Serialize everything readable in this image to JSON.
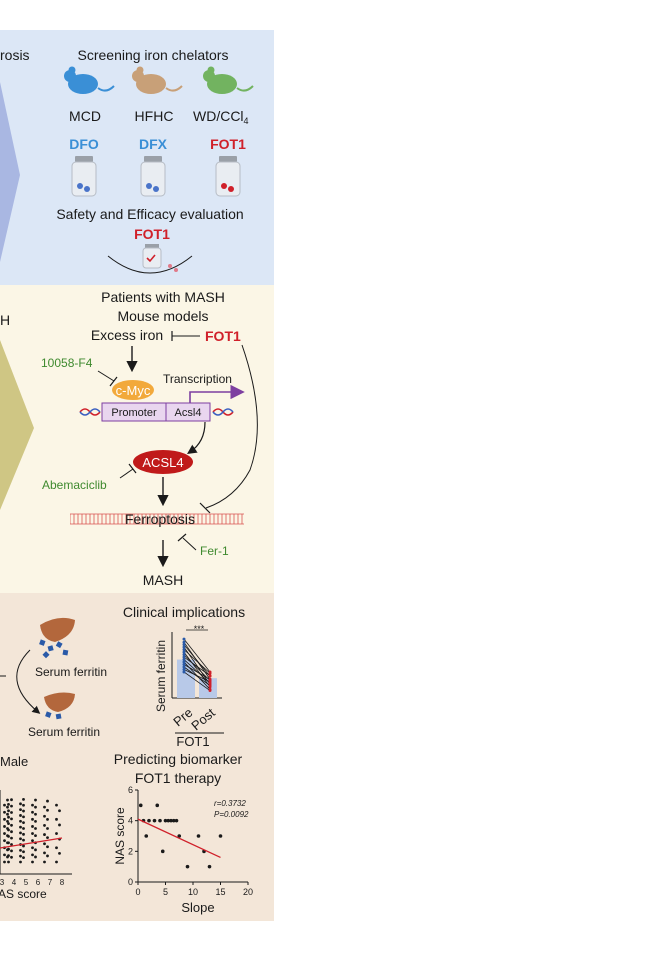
{
  "panel1": {
    "title_left_partial": "rosis",
    "title": "Screening iron chelators",
    "models": [
      "MCD",
      "HFHC",
      "WD/CCl"
    ],
    "model_subscript": "4",
    "drugs": [
      "DFO",
      "DFX",
      "FOT1"
    ],
    "safety_title": "Safety and Efficacy evaluation",
    "safety_drug": "FOT1"
  },
  "panel2": {
    "left_partial": "H",
    "line1": "Patients with MASH",
    "line2": "Mouse models",
    "excess_iron": "Excess iron",
    "fot1": "FOT1",
    "inhibitor_1": "10058-F4",
    "cmyc": "c-Myc",
    "transcription": "Transcription",
    "promoter": "Promoter",
    "gene": "Acsl4",
    "acsl4": "ACSL4",
    "inhibitor_2": "Abemaciclib",
    "ferroptosis": "Ferroptosis",
    "inhibitor_3": "Fer-1",
    "outcome": "MASH"
  },
  "panel3": {
    "clinical_title": "Clinical implications",
    "serum_ferritin_1": "Serum ferritin",
    "serum_ferritin_2": "Serum ferritin",
    "chart_ylabel": "Serum ferritin",
    "chart_sig": "***",
    "chart_x": [
      "Pre",
      "Post"
    ],
    "chart_drug": "FOT1",
    "male_partial": "Male",
    "nas_xlabel_partial": "AS score",
    "nas_ticks_partial": [
      "3",
      "4",
      "5",
      "6",
      "7",
      "8"
    ],
    "predict_title_1": "Predicting biomarker",
    "predict_title_2": "FOT1 therapy"
  },
  "chart_data": [
    {
      "type": "scatter",
      "xlabel": "Slope",
      "ylabel": "NAS score",
      "xlim": [
        0,
        20
      ],
      "ylim": [
        0,
        6
      ],
      "xticks": [
        "0",
        "5",
        "10",
        "15",
        "20"
      ],
      "yticks": [
        "0",
        "2",
        "4",
        "6"
      ],
      "annotation_r": "r=0.3732",
      "annotation_p": "P=0.0092",
      "points": [
        [
          0.5,
          5
        ],
        [
          1,
          4
        ],
        [
          1.5,
          3
        ],
        [
          2,
          4
        ],
        [
          3,
          4
        ],
        [
          3.5,
          5
        ],
        [
          4,
          4
        ],
        [
          4.5,
          2
        ],
        [
          5,
          4
        ],
        [
          5.5,
          4
        ],
        [
          6,
          4
        ],
        [
          6.5,
          4
        ],
        [
          7,
          4
        ],
        [
          7.5,
          3
        ],
        [
          9,
          1
        ],
        [
          11,
          3
        ],
        [
          12,
          2
        ],
        [
          13,
          1
        ],
        [
          15,
          3
        ]
      ],
      "trend": [
        [
          0,
          4.1
        ],
        [
          15,
          1.6
        ]
      ]
    },
    {
      "type": "line",
      "ylabel": "Serum ferritin",
      "categories": [
        "Pre",
        "Post"
      ],
      "bars": [
        0.62,
        0.32
      ],
      "pairs": [
        [
          0.95,
          0.42
        ],
        [
          0.9,
          0.3
        ],
        [
          0.86,
          0.35
        ],
        [
          0.82,
          0.22
        ],
        [
          0.78,
          0.4
        ],
        [
          0.74,
          0.18
        ],
        [
          0.7,
          0.28
        ],
        [
          0.66,
          0.36
        ],
        [
          0.62,
          0.24
        ],
        [
          0.58,
          0.14
        ],
        [
          0.54,
          0.3
        ],
        [
          0.5,
          0.2
        ],
        [
          0.46,
          0.26
        ],
        [
          0.42,
          0.12
        ]
      ]
    }
  ]
}
